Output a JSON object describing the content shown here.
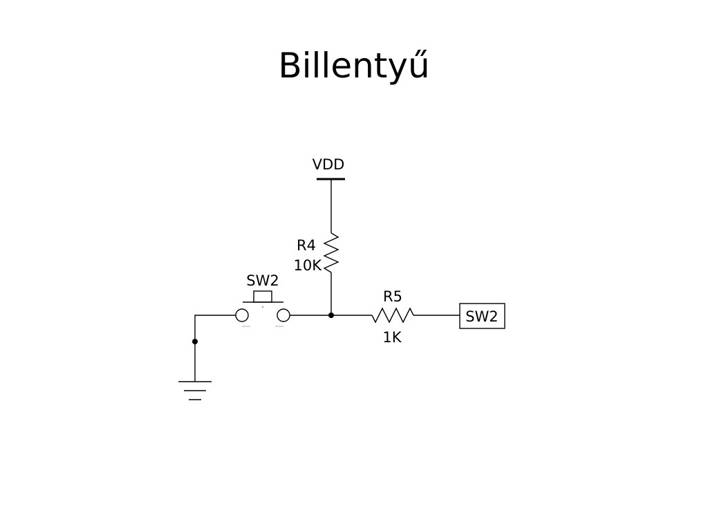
{
  "title": "Billentyű",
  "schematic": {
    "supply_label": "VDD",
    "r4_name": "R4",
    "r4_value": "10K",
    "switch_name": "SW2",
    "r5_name": "R5",
    "r5_value": "1K",
    "output_label": "SW2"
  }
}
